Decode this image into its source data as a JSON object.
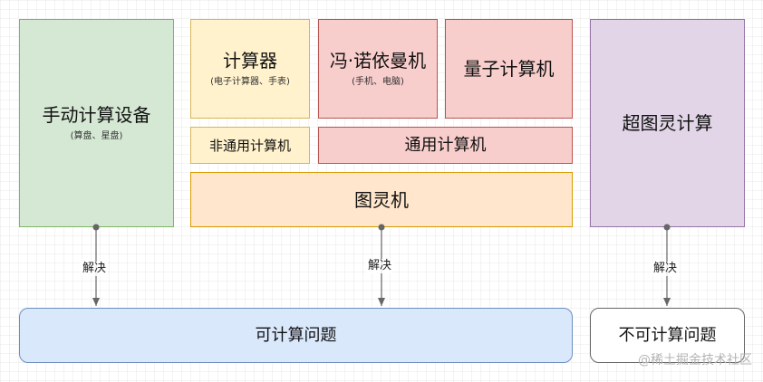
{
  "nodes": {
    "manual": {
      "title": "手动计算设备",
      "sub": "(算盘、星盘)"
    },
    "calculator": {
      "title": "计算器",
      "sub": "(电子计算器、手表)"
    },
    "von_neumann": {
      "title": "冯·诺依曼机",
      "sub": "(手机、电脑)"
    },
    "quantum": {
      "title": "量子计算机"
    },
    "non_general": {
      "title": "非通用计算机"
    },
    "general": {
      "title": "通用计算机"
    },
    "turing": {
      "title": "图灵机"
    },
    "hyper": {
      "title": "超图灵计算"
    },
    "computable": {
      "title": "可计算问题"
    },
    "non_computable": {
      "title": "不可计算问题"
    }
  },
  "edges": [
    {
      "from": "manual",
      "to": "computable",
      "label": "解决"
    },
    {
      "from": "turing",
      "to": "computable",
      "label": "解决"
    },
    {
      "from": "hyper",
      "to": "non_computable",
      "label": "解决"
    }
  ],
  "colors": {
    "green": "#d5e8d4",
    "yellow": "#fff2cc",
    "red": "#f8cecc",
    "orange": "#ffe6cc",
    "purple": "#e1d5e7",
    "blue": "#dae8fc",
    "edge": "#666666"
  },
  "watermark": "@稀土掘金技术社区"
}
